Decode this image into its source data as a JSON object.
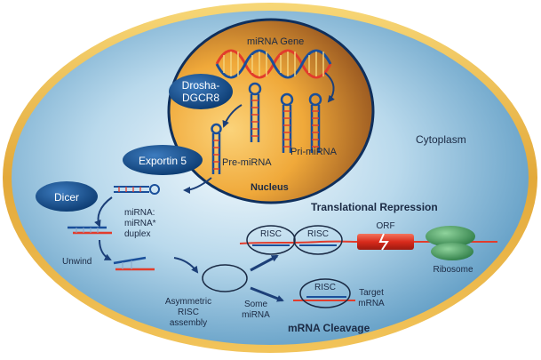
{
  "labels": {
    "mirna_gene": "miRNA Gene",
    "drosha_line1": "Drosha-",
    "drosha_line2": "DGCR8",
    "pri_mirna": "Pri-miRNA",
    "pre_mirna": "Pre-miRNA",
    "nucleus": "Nucleus",
    "exportin": "Exportin 5",
    "cytoplasm": "Cytoplasm",
    "dicer": "Dicer",
    "duplex_line1": "miRNA:",
    "duplex_line2": "miRNA*",
    "duplex_line3": "duplex",
    "unwind": "Unwind",
    "asym_line1": "Asymmetric",
    "asym_line2": "RISC",
    "asym_line3": "assembly",
    "some_line1": "Some",
    "some_line2": "miRNA",
    "translational_repression": "Translational Repression",
    "risc_1": "RISC",
    "risc_2": "RISC",
    "risc_3": "RISC",
    "orf": "ORF",
    "ribosome": "Ribosome",
    "target_line1": "Target",
    "target_line2": "mRNA",
    "mrna_cleavage": "mRNA Cleavage"
  },
  "colors": {
    "cell_border": "#e8b94a",
    "cytoplasm_light": "#eaf4fa",
    "cytoplasm_dark": "#5f9cc4",
    "nucleus_gold": "#f2b13c",
    "nucleus_brown": "#8a4a1c",
    "protein_blue": "#0d4a86",
    "rna_red": "#e23c2c",
    "rna_blue": "#1a4f9a",
    "ribosome_green": "#3d9a5a",
    "arrow": "#1c3f78"
  }
}
